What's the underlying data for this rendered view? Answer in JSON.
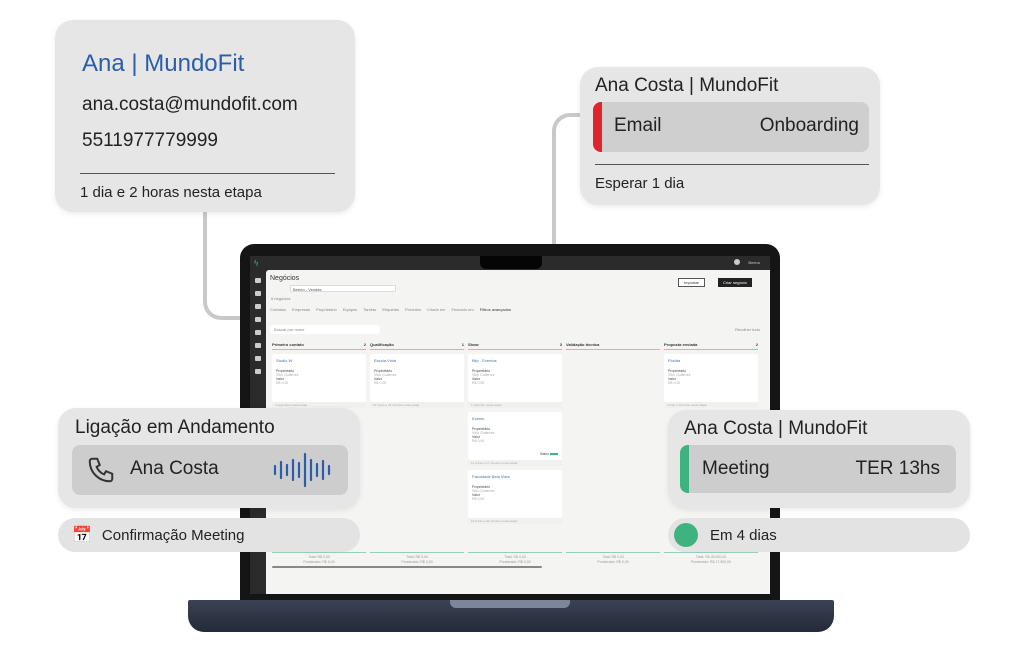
{
  "contact_card": {
    "title": "Ana | MundoFit",
    "email": "ana.costa@mundofit.com",
    "phone": "5511977779999",
    "footer": "1 dia e 2 horas nesta etapa"
  },
  "task_card": {
    "title": "Ana Costa | MundoFit",
    "channel": "Email",
    "stage": "Onboarding",
    "footer": "Esperar 1 dia",
    "accent": "#e0242c"
  },
  "call_card": {
    "title": "Ligação em Andamento",
    "name": "Ana Costa",
    "wave_color": "#2a5ea8"
  },
  "reminder_pill": {
    "label": "Confirmação Meeting"
  },
  "meeting_card": {
    "title": "Ana Costa | MundoFit",
    "type": "Meeting",
    "when": "TER 13hs",
    "accent": "#3fb37f"
  },
  "due_pill": {
    "label": "Em 4 dias"
  },
  "app": {
    "user": "Beeno",
    "page_title": "Negócios",
    "pipeline": "Beeno - Vendas",
    "count": "6 negócios",
    "import_btn": "Importar",
    "create_btn": "Criar negócio",
    "filters": [
      "Contatos",
      "Empresas",
      "Proprietário",
      "Equipes",
      "Tarefas",
      "Etiquetas",
      "Produtos",
      "Criado em",
      "Fechado em"
    ],
    "advanced_filters": "Filtros avançados",
    "search_placeholder": "Buscar por nome",
    "collapse_all": "Recolher tudo",
    "columns": [
      {
        "name": "Primeiro contato",
        "count": "2",
        "cards": [
          {
            "name": "Studio W",
            "owner_label": "Proprietário",
            "owner": "Vitor Gutierrez",
            "value_label": "Valor",
            "value": "R$ 0,00",
            "time": "4 segundos nesta etapa"
          }
        ],
        "total": "Total: R$ 0,00",
        "weighted": "Ponderado: R$ 0,00"
      },
      {
        "name": "Qualificação",
        "count": "1",
        "cards": [
          {
            "name": "Escola Vinia",
            "owner_label": "Proprietário",
            "owner": "Vitor Gutierrez",
            "value_label": "Valor",
            "value": "R$ 0,00",
            "time": "12 horas e 23 minutos nesta etapa"
          }
        ],
        "total": "Total: R$ 0,00",
        "weighted": "Ponderado: R$ 0,00"
      },
      {
        "name": "Show",
        "count": "3",
        "cards": [
          {
            "name": "Blip - Eventos",
            "owner_label": "Proprietário",
            "owner": "Vitor Gutierrez",
            "value_label": "Valor",
            "value": "R$ 0,00",
            "time": "1 segundo nesta etapa"
          },
          {
            "name": "Evento",
            "owner_label": "Proprietário",
            "owner": "Vitor Gutierrez",
            "value_label": "Valor",
            "value": "R$ 0,00",
            "time": "12 horas e 17 minutos nesta etapa",
            "tag": "Baixo"
          },
          {
            "name": "Faculdade Bela Vista",
            "owner_label": "Proprietário",
            "owner": "Vitor Gutierrez",
            "value_label": "Valor",
            "value": "R$ 0,00",
            "time": "12 horas e 20 minutos nesta etapa"
          }
        ],
        "total": "Total: R$ 0,00",
        "weighted": "Ponderado: R$ 0,00"
      },
      {
        "name": "Validação técnica",
        "count": "",
        "cards": [],
        "total": "Total: R$ 0,00",
        "weighted": "Ponderado: R$ 0,00"
      },
      {
        "name": "Proposta enviada",
        "count": "2",
        "cards": [
          {
            "name": "Florida",
            "owner_label": "Proprietário",
            "owner": "Vitor Gutierrez",
            "value_label": "Valor",
            "value": "R$ 0,00",
            "time": "2 dias e 23 horas nesta etapa"
          }
        ],
        "total": "Total: R$ 25.000,00",
        "weighted": "Ponderado: R$ 17.500,00"
      }
    ]
  }
}
